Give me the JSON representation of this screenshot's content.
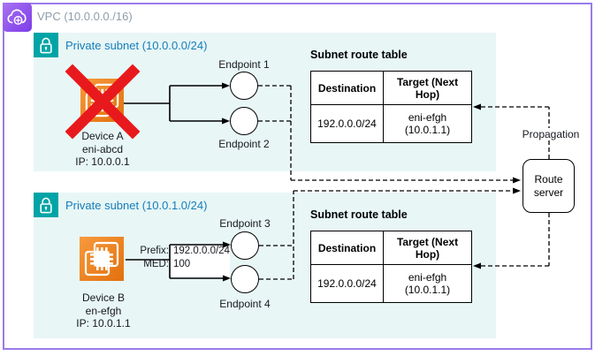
{
  "vpc": {
    "label": "VPC (10.0.0.0./16)"
  },
  "subnets": [
    {
      "label": "Private subnet (10.0.0.0/24)"
    },
    {
      "label": "Private subnet (10.0.1.0/24)"
    }
  ],
  "devices": [
    {
      "line1": "Device A",
      "line2": "eni-abcd",
      "line3": "IP: 10.0.0.1",
      "status": "failed"
    },
    {
      "line1": "Device B",
      "line2": "en-efgh",
      "line3": "IP: 10.0.1.1",
      "status": "active"
    }
  ],
  "endpoints": [
    {
      "label": "Endpoint 1"
    },
    {
      "label": "Endpoint 2"
    },
    {
      "label": "Endpoint 3"
    },
    {
      "label": "Endpoint 4"
    }
  ],
  "route_tables": [
    {
      "title": "Subnet route table",
      "headers": [
        "Destination",
        "Target (Next Hop)"
      ],
      "rows": [
        {
          "destination": "192.0.0.0/24",
          "target": "eni-efgh\n(10.0.1.1)"
        }
      ]
    },
    {
      "title": "Subnet route table",
      "headers": [
        "Destination",
        "Target (Next Hop)"
      ],
      "rows": [
        {
          "destination": "192.0.0.0/24",
          "target": "eni-efgh\n(10.0.1.1)"
        }
      ]
    }
  ],
  "annotations": {
    "prefix_label": "Prefix:",
    "prefix_value": "192.0.0.0/24",
    "med_label": "MED:",
    "med_value": "100",
    "propagation": "Propagation"
  },
  "route_server": {
    "label": "Route\nserver"
  },
  "colors": {
    "vpc_border": "#9A7BEB",
    "subnet_bg": "#E8F6F6",
    "subnet_label_blue": "#147EBA",
    "lock_icon_teal": "#00A4A6",
    "device_orange": "#ED7100",
    "failure_red": "#E8191C"
  }
}
